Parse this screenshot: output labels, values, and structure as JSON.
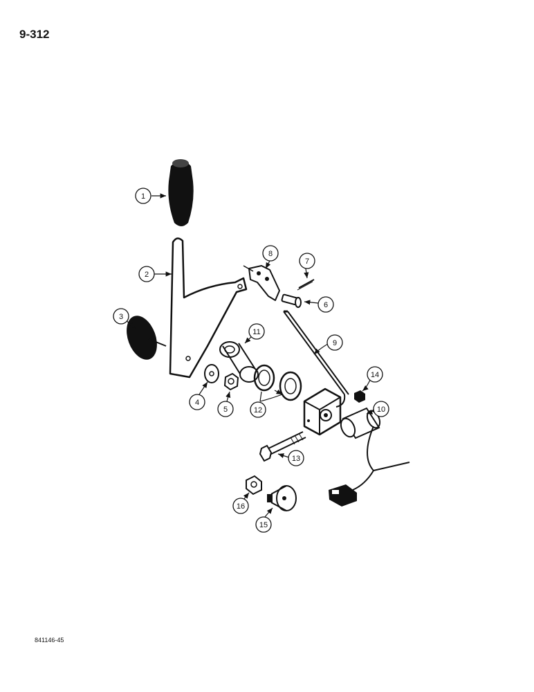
{
  "page": {
    "number": "9-312",
    "figure_code": "841146-45"
  },
  "callouts": [
    "1",
    "2",
    "3",
    "4",
    "5",
    "6",
    "7",
    "8",
    "9",
    "10",
    "11",
    "12",
    "13",
    "14",
    "15",
    "16"
  ],
  "colors": {
    "ink": "#111111",
    "paper": "#ffffff"
  }
}
